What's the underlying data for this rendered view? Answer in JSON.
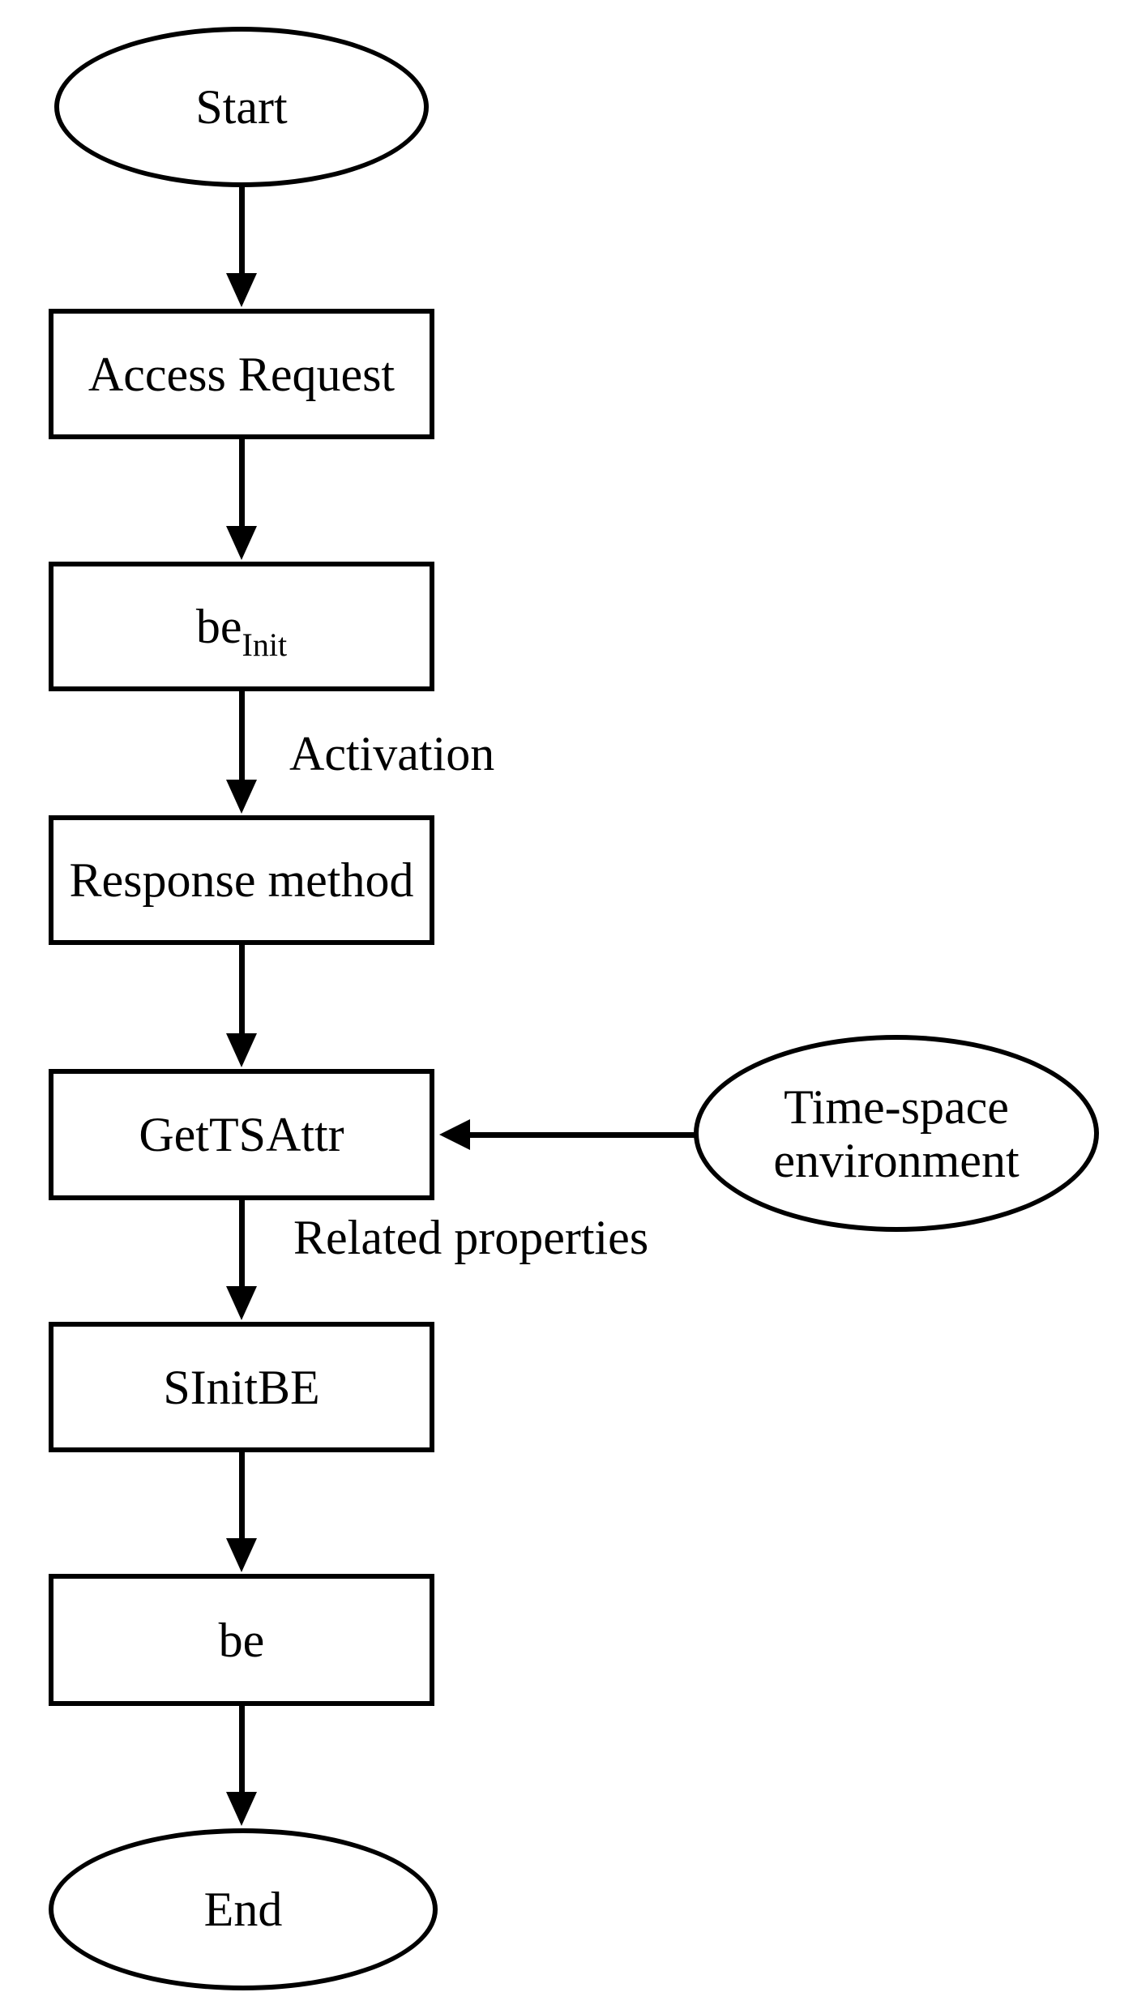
{
  "figure": {
    "type": "flowchart",
    "nodes": {
      "start": {
        "shape": "ellipse",
        "label": "Start"
      },
      "access_request": {
        "shape": "rect",
        "label": "Access Request"
      },
      "be_init": {
        "shape": "rect",
        "label_base": "be",
        "label_subscript": "Init"
      },
      "response_method": {
        "shape": "rect",
        "label": "Response method"
      },
      "get_ts_attr": {
        "shape": "rect",
        "label": "GetTSAttr"
      },
      "time_space_environment": {
        "shape": "ellipse",
        "label": "Time-space environment"
      },
      "s_init_be": {
        "shape": "rect",
        "label": "SInitBE"
      },
      "be": {
        "shape": "rect",
        "label": "be"
      },
      "end": {
        "shape": "ellipse",
        "label": "End"
      }
    },
    "edge_labels": {
      "activation": "Activation",
      "related_properties": "Related properties"
    },
    "colors": {
      "background": "#ffffff",
      "stroke": "#000000",
      "text": "#000000"
    }
  }
}
